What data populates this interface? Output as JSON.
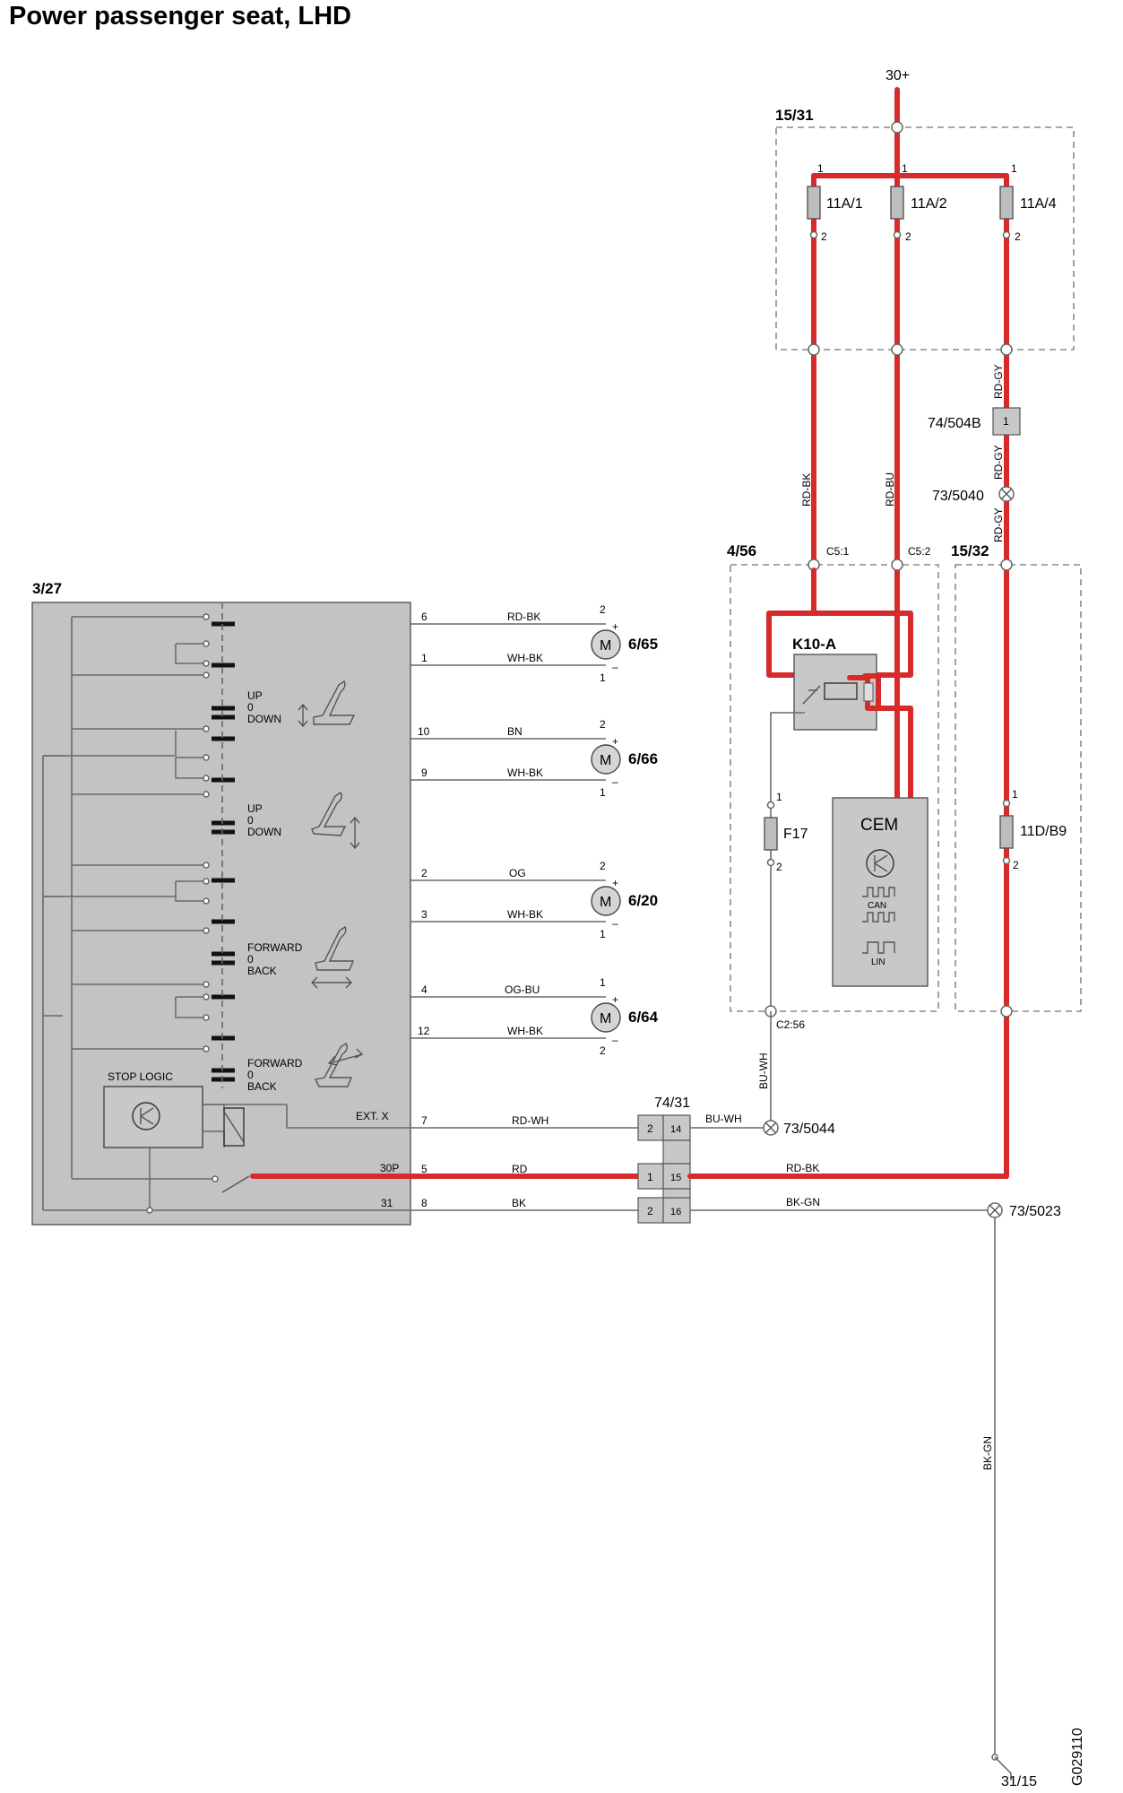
{
  "title": "Power passenger seat, LHD",
  "image_code": "G029110",
  "supply": "30+",
  "ground_point": "31/15",
  "fuse_box": {
    "id": "15/31",
    "fuses": [
      {
        "name": "11A/1",
        "pin_top": "1",
        "pin_bottom": "2"
      },
      {
        "name": "11A/2",
        "pin_top": "1",
        "pin_bottom": "2"
      },
      {
        "name": "11A/4",
        "pin_top": "1",
        "pin_bottom": "2"
      }
    ]
  },
  "connector_74_504B": {
    "id": "74/504B",
    "pin": "1"
  },
  "splice_73_5040": "73/5040",
  "wires_upper": {
    "left": "RD-BK",
    "middle": "RD-BU",
    "right_1": "RD-GY",
    "right_2": "RD-GY",
    "right_3": "RD-GY"
  },
  "module_4_56": {
    "id": "4/56",
    "pin_c5_1": "C5:1",
    "pin_c5_2": "C5:2",
    "relay": "K10-A",
    "fuse": {
      "name": "F17",
      "pin_top": "1",
      "pin_bottom": "2"
    },
    "cem": {
      "name": "CEM",
      "can": "CAN",
      "lin": "LIN"
    },
    "pin_c2_56": "C2:56"
  },
  "module_15_32": {
    "id": "15/32",
    "fuse": {
      "name": "11D/B9",
      "pin_top": "1",
      "pin_bottom": "2"
    }
  },
  "switch_module": {
    "id": "3/27",
    "stop_logic": "STOP LOGIC",
    "ext_x": "EXT. X",
    "p30": "30P",
    "p31": "31",
    "switch_labels": [
      {
        "a": "UP",
        "b": "0",
        "c": "DOWN"
      },
      {
        "a": "UP",
        "b": "0",
        "c": "DOWN"
      },
      {
        "a": "FORWARD",
        "b": "0",
        "c": "BACK"
      },
      {
        "a": "FORWARD",
        "b": "0",
        "c": "BACK"
      }
    ]
  },
  "motors": [
    {
      "id": "6/65",
      "pin_top": "2",
      "pin_bottom": "1",
      "sign_top": "+",
      "sign_bottom": "–",
      "wire_top": "RD-BK",
      "wire_bottom": "WH-BK",
      "pin_sw_top": "6",
      "pin_sw_bottom": "1"
    },
    {
      "id": "6/66",
      "pin_top": "2",
      "pin_bottom": "1",
      "sign_top": "+",
      "sign_bottom": "–",
      "wire_top": "BN",
      "wire_bottom": "WH-BK",
      "pin_sw_top": "10",
      "pin_sw_bottom": "9"
    },
    {
      "id": "6/20",
      "pin_top": "2",
      "pin_bottom": "1",
      "sign_top": "+",
      "sign_bottom": "–",
      "wire_top": "OG",
      "wire_bottom": "WH-BK",
      "pin_sw_top": "2",
      "pin_sw_bottom": "3"
    },
    {
      "id": "6/64",
      "pin_top": "1",
      "pin_bottom": "2",
      "sign_top": "+",
      "sign_bottom": "–",
      "wire_top": "OG-BU",
      "wire_bottom": "WH-BK",
      "pin_sw_top": "4",
      "pin_sw_bottom": "12"
    }
  ],
  "motor_symbol": "M",
  "bottom_wires": {
    "ext_pin": "7",
    "ext_wire": "RD-WH",
    "p30_pin": "5",
    "p30_wire": "RD",
    "p31_pin": "8",
    "p31_wire": "BK",
    "bu_wh_1": "BU-WH",
    "bu_wh_2": "BU-WH",
    "rd_bk": "RD-BK",
    "bk_gn_1": "BK-GN",
    "bk_gn_2": "BK-GN"
  },
  "connector_74_31": {
    "id": "74/31",
    "rows": [
      {
        "left": "2",
        "right": "14"
      },
      {
        "left": "1",
        "right": "15"
      },
      {
        "left": "2",
        "right": "16"
      }
    ]
  },
  "splice_73_5044": "73/5044",
  "splice_73_5023": "73/5023"
}
